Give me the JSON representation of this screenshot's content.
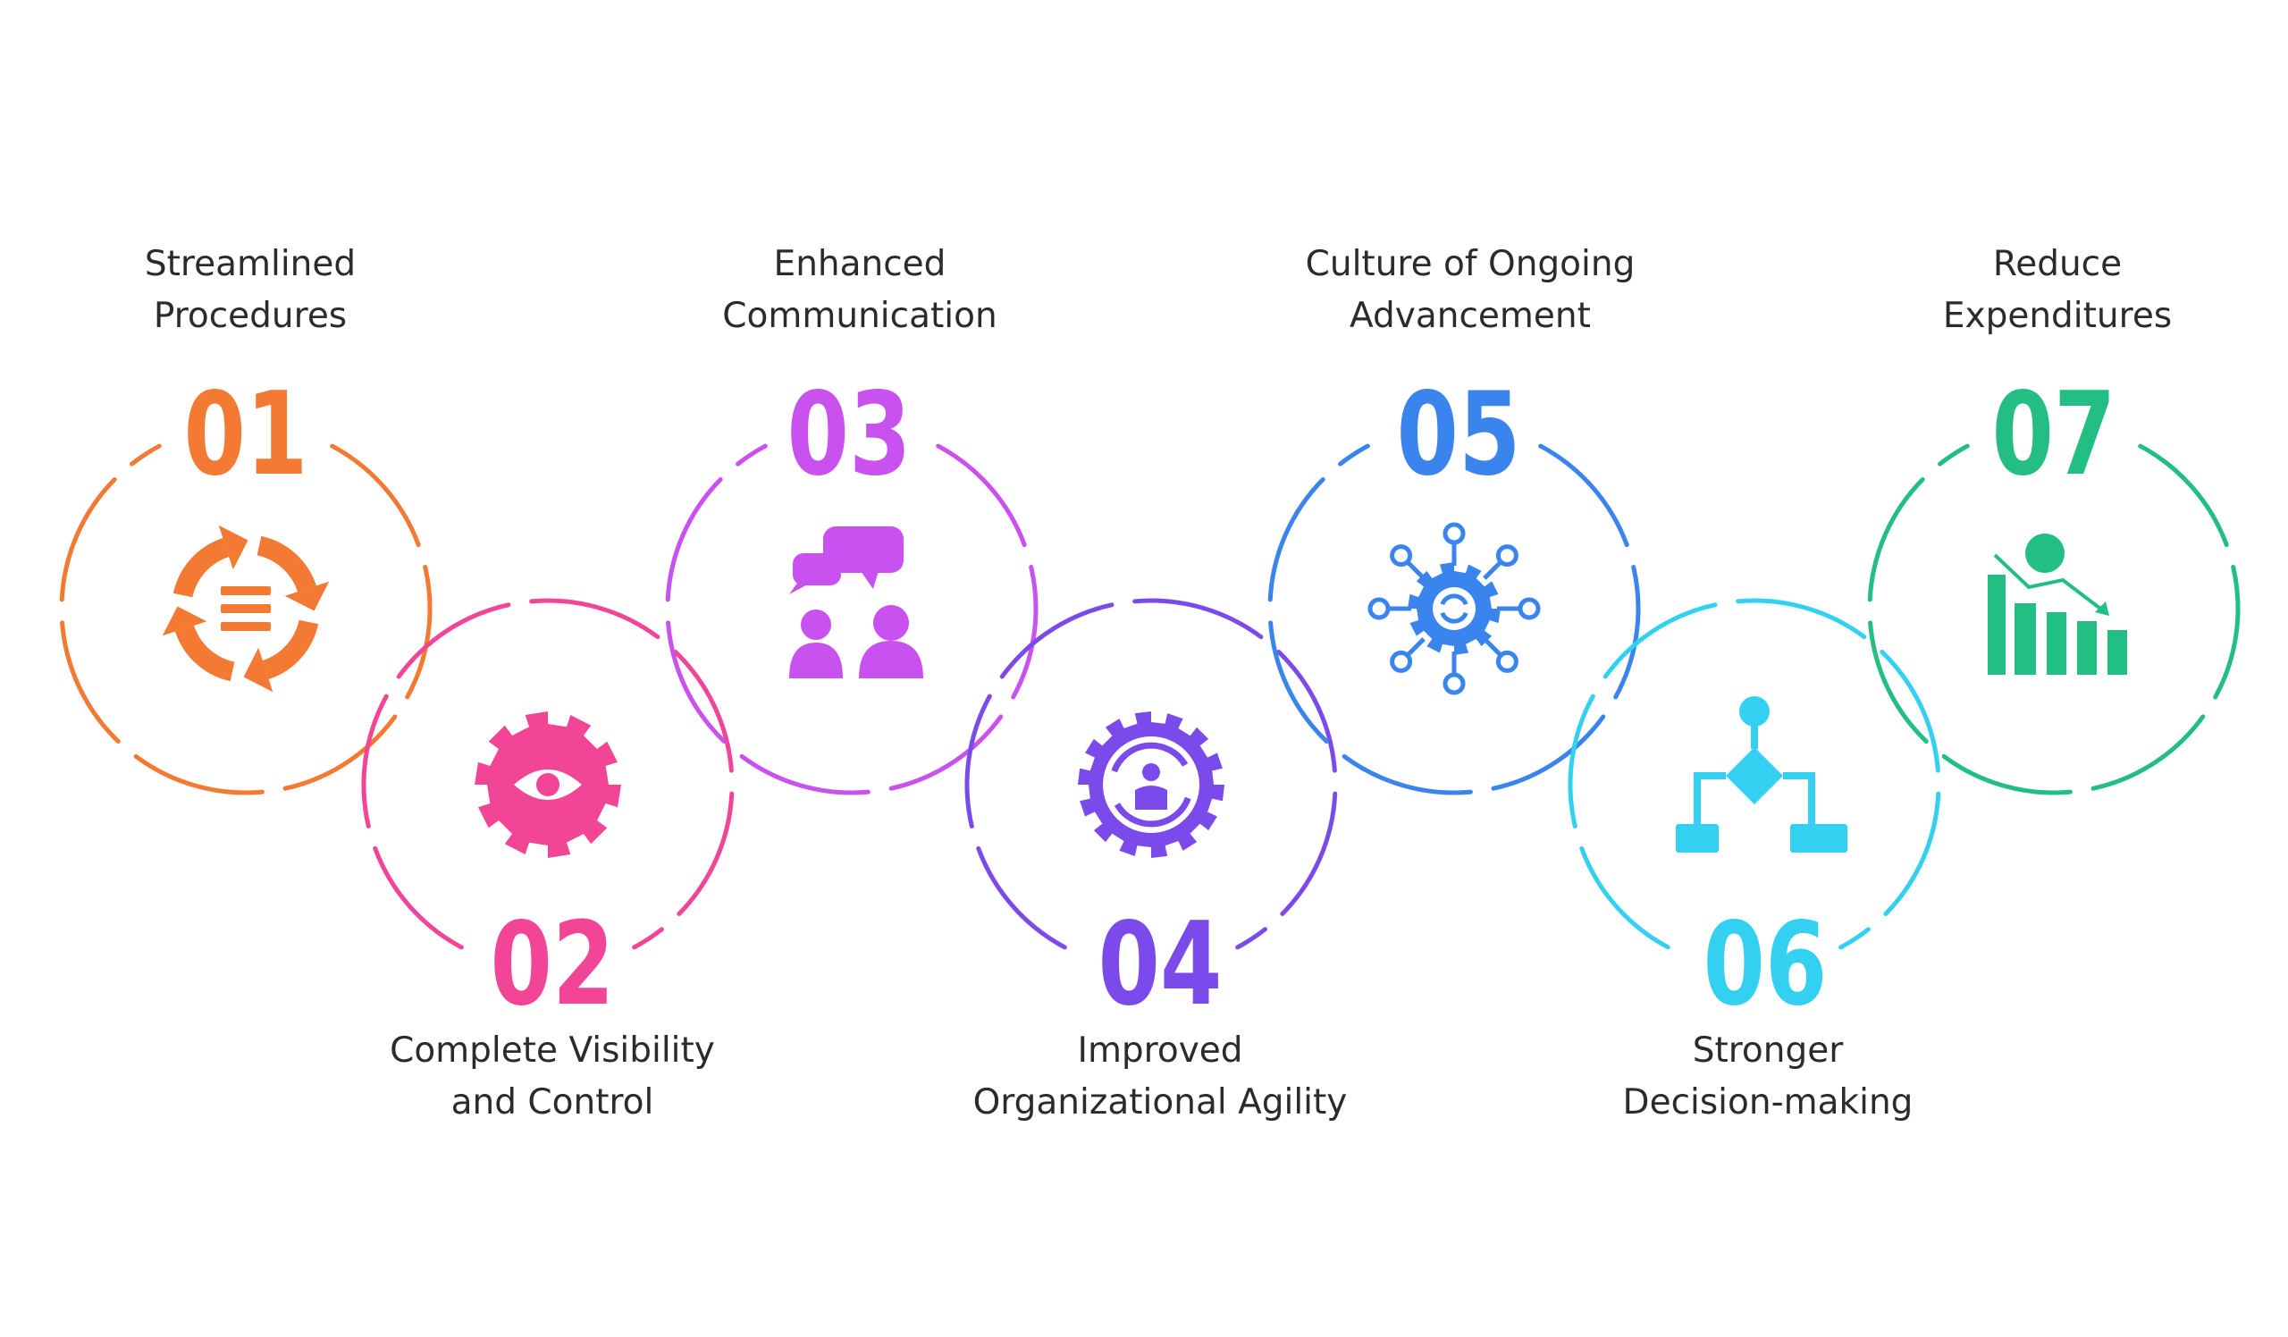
{
  "steps": [
    {
      "number": "01",
      "label": [
        "Streamlined",
        "Procedures"
      ],
      "color": "#F47A33",
      "icon": "cycle-list-icon"
    },
    {
      "number": "02",
      "label": [
        "Complete Visibility",
        "and Control"
      ],
      "color": "#F24596",
      "icon": "gear-eye-icon"
    },
    {
      "number": "03",
      "label": [
        "Enhanced",
        "Communication"
      ],
      "color": "#C951F0",
      "icon": "chat-people-icon"
    },
    {
      "number": "04",
      "label": [
        "Improved",
        "Organizational Agility"
      ],
      "color": "#7B4AEA",
      "icon": "gear-person-icon"
    },
    {
      "number": "05",
      "label": [
        "Culture of Ongoing",
        "Advancement"
      ],
      "color": "#3A84EE",
      "icon": "network-gear-icon"
    },
    {
      "number": "06",
      "label": [
        "Stronger",
        "Decision-making"
      ],
      "color": "#33D0F2",
      "icon": "flowchart-icon"
    },
    {
      "number": "07",
      "label": [
        "Reduce",
        "Expenditures"
      ],
      "color": "#23BE83",
      "icon": "cost-chart-icon"
    }
  ]
}
